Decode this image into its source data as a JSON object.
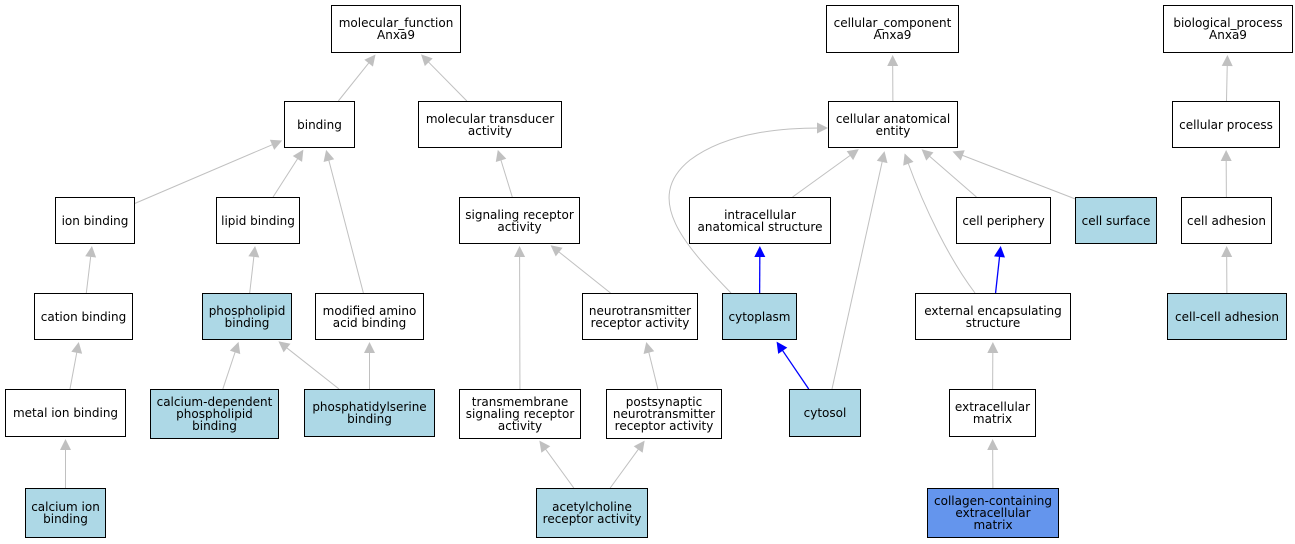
{
  "colors": {
    "node_default": "#ffffff",
    "node_annotated": "#add8e6",
    "node_selected": "#6495ed",
    "edge_default": "#c0c0c0",
    "edge_part_of": "#0000ff"
  },
  "nodes": [
    {
      "id": "molecular_function",
      "label": "molecular_function\nAnxa9",
      "fill": "white"
    },
    {
      "id": "cellular_component",
      "label": "cellular_component\nAnxa9",
      "fill": "white"
    },
    {
      "id": "biological_process",
      "label": "biological_process\nAnxa9",
      "fill": "white"
    },
    {
      "id": "binding",
      "label": "binding",
      "fill": "white"
    },
    {
      "id": "molecular_transducer_activity",
      "label": "molecular transducer\nactivity",
      "fill": "white"
    },
    {
      "id": "cellular_anatomical_entity",
      "label": "cellular anatomical\nentity",
      "fill": "white"
    },
    {
      "id": "cellular_process",
      "label": "cellular process",
      "fill": "white"
    },
    {
      "id": "ion_binding",
      "label": "ion binding",
      "fill": "white"
    },
    {
      "id": "lipid_binding",
      "label": "lipid binding",
      "fill": "white"
    },
    {
      "id": "signaling_receptor_activity",
      "label": "signaling receptor\nactivity",
      "fill": "white"
    },
    {
      "id": "intracellular_anatomical_structure",
      "label": "intracellular\nanatomical structure",
      "fill": "white"
    },
    {
      "id": "cell_periphery",
      "label": "cell periphery",
      "fill": "white"
    },
    {
      "id": "cell_surface",
      "label": "cell surface",
      "fill": "annotated"
    },
    {
      "id": "cell_adhesion",
      "label": "cell adhesion",
      "fill": "white"
    },
    {
      "id": "cation_binding",
      "label": "cation binding",
      "fill": "white"
    },
    {
      "id": "phospholipid_binding",
      "label": "phospholipid\nbinding",
      "fill": "annotated"
    },
    {
      "id": "modified_amino_acid_binding",
      "label": "modified amino\nacid binding",
      "fill": "white"
    },
    {
      "id": "neurotransmitter_receptor_activity",
      "label": "neurotransmitter\nreceptor activity",
      "fill": "white"
    },
    {
      "id": "cytoplasm",
      "label": "cytoplasm",
      "fill": "annotated"
    },
    {
      "id": "external_encapsulating_structure",
      "label": "external encapsulating\nstructure",
      "fill": "white"
    },
    {
      "id": "cell_cell_adhesion",
      "label": "cell-cell adhesion",
      "fill": "annotated"
    },
    {
      "id": "metal_ion_binding",
      "label": "metal ion binding",
      "fill": "white"
    },
    {
      "id": "calcium_dependent_phospholipid_binding",
      "label": "calcium-dependent\nphospholipid\nbinding",
      "fill": "annotated"
    },
    {
      "id": "phosphatidylserine_binding",
      "label": "phosphatidylserine\nbinding",
      "fill": "annotated"
    },
    {
      "id": "transmembrane_signaling_receptor_activity",
      "label": "transmembrane\nsignaling receptor\nactivity",
      "fill": "white"
    },
    {
      "id": "postsynaptic_neurotransmitter_receptor_activity",
      "label": "postsynaptic\nneurotransmitter\nreceptor activity",
      "fill": "white"
    },
    {
      "id": "cytosol",
      "label": "cytosol",
      "fill": "annotated"
    },
    {
      "id": "extracellular_matrix",
      "label": "extracellular\nmatrix",
      "fill": "white"
    },
    {
      "id": "calcium_ion_binding",
      "label": "calcium ion\nbinding",
      "fill": "annotated"
    },
    {
      "id": "acetylcholine_receptor_activity",
      "label": "acetylcholine\nreceptor activity",
      "fill": "annotated"
    },
    {
      "id": "collagen_containing_extracellular_matrix",
      "label": "collagen-containing\nextracellular\nmatrix",
      "fill": "selected"
    }
  ],
  "edges": [
    {
      "from": "binding",
      "to": "molecular_function",
      "type": "is_a"
    },
    {
      "from": "molecular_transducer_activity",
      "to": "molecular_function",
      "type": "is_a"
    },
    {
      "from": "ion_binding",
      "to": "binding",
      "type": "is_a"
    },
    {
      "from": "lipid_binding",
      "to": "binding",
      "type": "is_a"
    },
    {
      "from": "modified_amino_acid_binding",
      "to": "binding",
      "type": "is_a"
    },
    {
      "from": "signaling_receptor_activity",
      "to": "molecular_transducer_activity",
      "type": "is_a"
    },
    {
      "from": "cation_binding",
      "to": "ion_binding",
      "type": "is_a"
    },
    {
      "from": "phospholipid_binding",
      "to": "lipid_binding",
      "type": "is_a"
    },
    {
      "from": "metal_ion_binding",
      "to": "cation_binding",
      "type": "is_a"
    },
    {
      "from": "calcium_ion_binding",
      "to": "metal_ion_binding",
      "type": "is_a"
    },
    {
      "from": "calcium_dependent_phospholipid_binding",
      "to": "phospholipid_binding",
      "type": "is_a"
    },
    {
      "from": "phosphatidylserine_binding",
      "to": "phospholipid_binding",
      "type": "is_a"
    },
    {
      "from": "phosphatidylserine_binding",
      "to": "modified_amino_acid_binding",
      "type": "is_a"
    },
    {
      "from": "neurotransmitter_receptor_activity",
      "to": "signaling_receptor_activity",
      "type": "is_a"
    },
    {
      "from": "transmembrane_signaling_receptor_activity",
      "to": "signaling_receptor_activity",
      "type": "is_a"
    },
    {
      "from": "postsynaptic_neurotransmitter_receptor_activity",
      "to": "neurotransmitter_receptor_activity",
      "type": "is_a"
    },
    {
      "from": "acetylcholine_receptor_activity",
      "to": "transmembrane_signaling_receptor_activity",
      "type": "is_a"
    },
    {
      "from": "acetylcholine_receptor_activity",
      "to": "postsynaptic_neurotransmitter_receptor_activity",
      "type": "is_a"
    },
    {
      "from": "cellular_anatomical_entity",
      "to": "cellular_component",
      "type": "is_a"
    },
    {
      "from": "intracellular_anatomical_structure",
      "to": "cellular_anatomical_entity",
      "type": "is_a"
    },
    {
      "from": "cell_periphery",
      "to": "cellular_anatomical_entity",
      "type": "is_a"
    },
    {
      "from": "cell_surface",
      "to": "cellular_anatomical_entity",
      "type": "is_a"
    },
    {
      "from": "cytoplasm",
      "to": "cellular_anatomical_entity",
      "type": "is_a"
    },
    {
      "from": "cytoplasm",
      "to": "intracellular_anatomical_structure",
      "type": "part_of"
    },
    {
      "from": "cytosol",
      "to": "cellular_anatomical_entity",
      "type": "is_a"
    },
    {
      "from": "cytosol",
      "to": "cytoplasm",
      "type": "part_of"
    },
    {
      "from": "external_encapsulating_structure",
      "to": "cellular_anatomical_entity",
      "type": "is_a"
    },
    {
      "from": "external_encapsulating_structure",
      "to": "cell_periphery",
      "type": "part_of"
    },
    {
      "from": "extracellular_matrix",
      "to": "external_encapsulating_structure",
      "type": "is_a"
    },
    {
      "from": "collagen_containing_extracellular_matrix",
      "to": "extracellular_matrix",
      "type": "is_a"
    },
    {
      "from": "cellular_process",
      "to": "biological_process",
      "type": "is_a"
    },
    {
      "from": "cell_adhesion",
      "to": "cellular_process",
      "type": "is_a"
    },
    {
      "from": "cell_cell_adhesion",
      "to": "cell_adhesion",
      "type": "is_a"
    }
  ]
}
